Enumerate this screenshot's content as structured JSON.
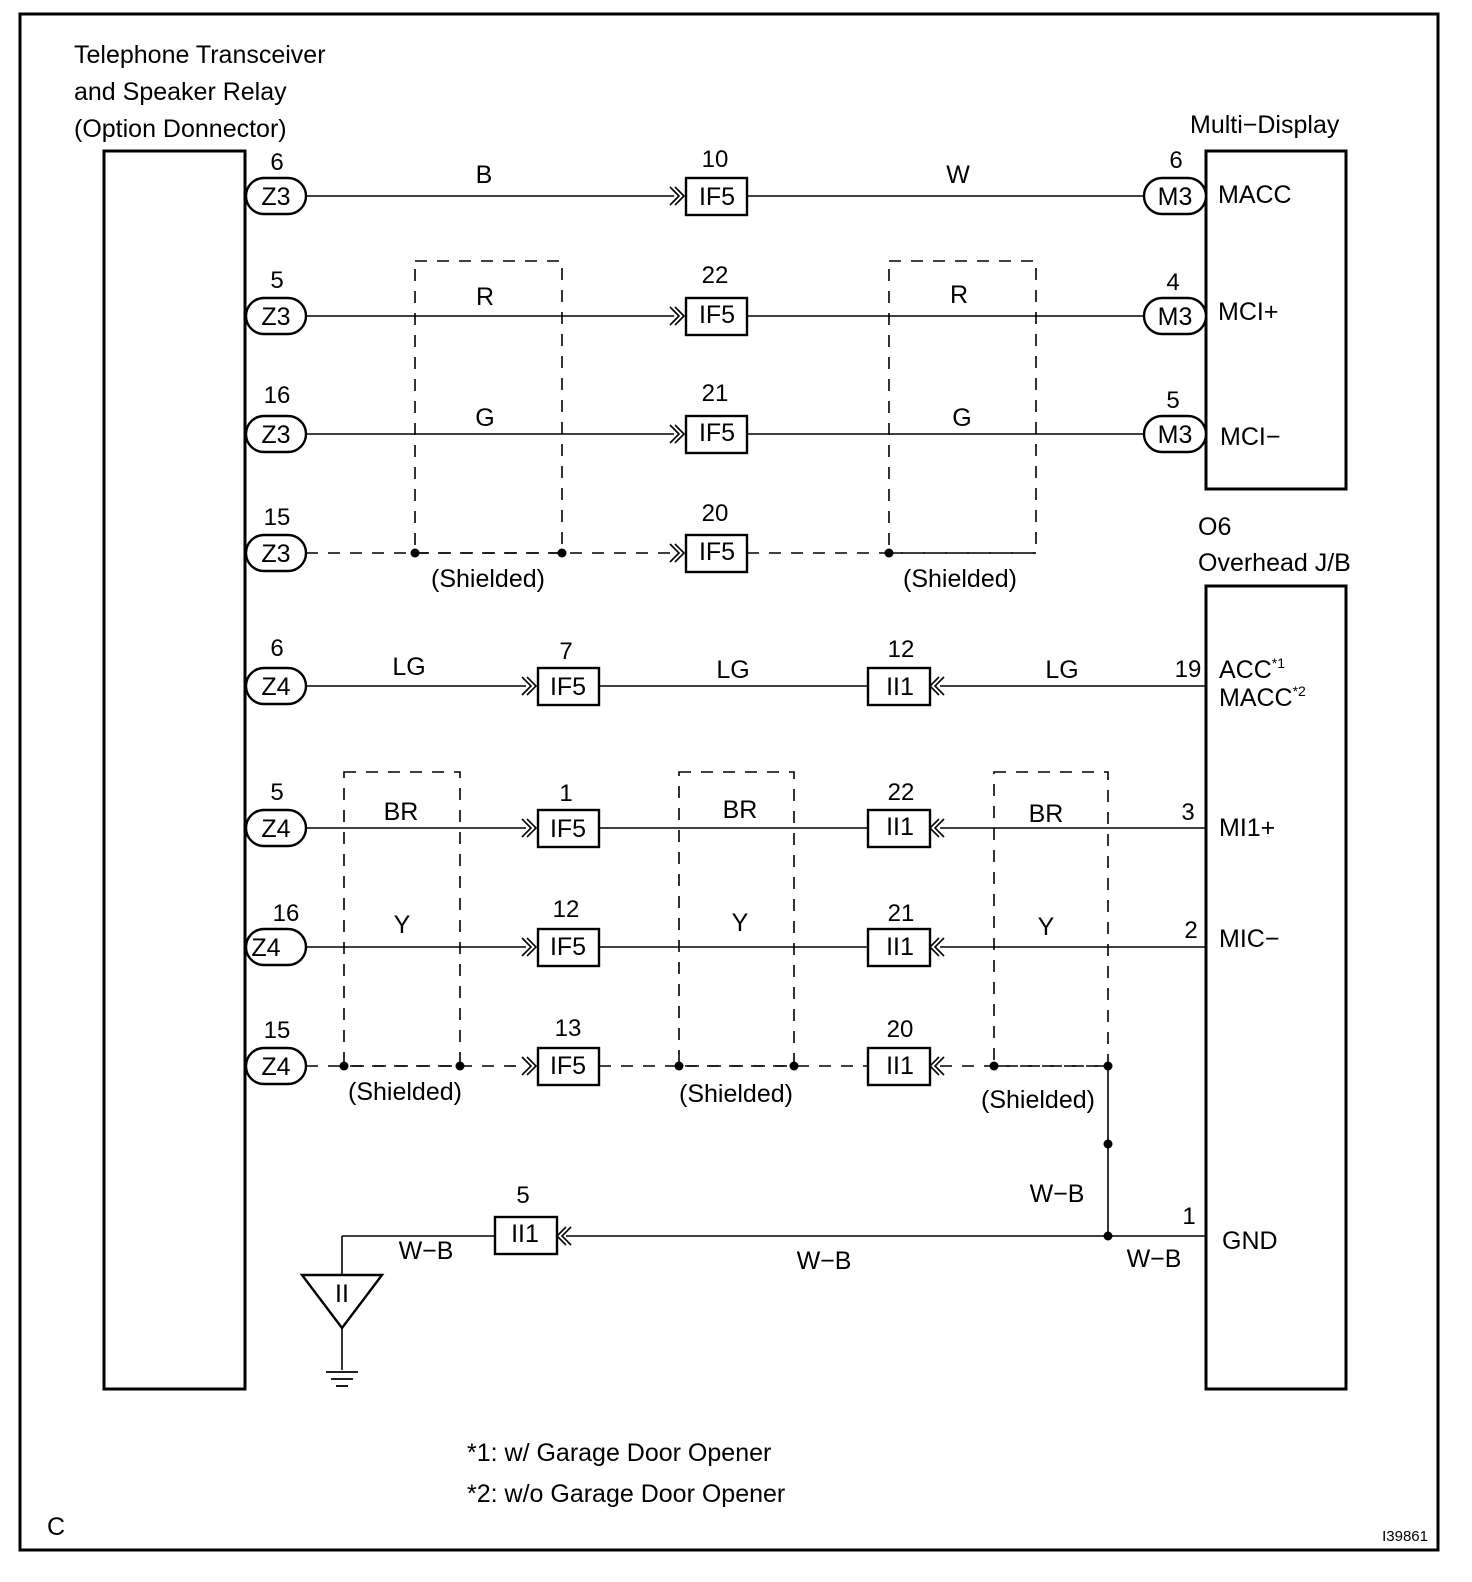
{
  "left_component": {
    "title_lines": [
      "Telephone Transceiver",
      "and Speaker Relay",
      "(Option Donnector)"
    ]
  },
  "multi_display": {
    "title": "Multi−Display",
    "terminals": [
      "MACC",
      "MCI+",
      "MCI−"
    ]
  },
  "overhead_jb": {
    "code": "O6",
    "title": "Overhead J/B",
    "terminals": {
      "acc": "ACC",
      "acc_note": "*1",
      "macc": "MACC",
      "macc_note": "*2",
      "mi1p": "MI1+",
      "micm": "MIC−",
      "gnd": "GND"
    }
  },
  "wires": [
    {
      "src_pin": "6",
      "src_conn": "Z3",
      "color1": "B",
      "mid_pin": "10",
      "mid_conn": "IF5",
      "color2": "W",
      "dst_pin": "6",
      "dst_conn": "M3"
    },
    {
      "src_pin": "5",
      "src_conn": "Z3",
      "color1": "R",
      "mid_pin": "22",
      "mid_conn": "IF5",
      "color2": "R",
      "dst_pin": "4",
      "dst_conn": "M3"
    },
    {
      "src_pin": "16",
      "src_conn": "Z3",
      "color1": "G",
      "mid_pin": "21",
      "mid_conn": "IF5",
      "color2": "G",
      "dst_pin": "5",
      "dst_conn": "M3"
    },
    {
      "src_pin": "15",
      "src_conn": "Z3",
      "mid_pin": "20",
      "mid_conn": "IF5"
    },
    {
      "src_pin": "6",
      "src_conn": "Z4",
      "color1": "LG",
      "mid_pin": "7",
      "mid_conn": "IF5",
      "color2": "LG",
      "mid2_pin": "12",
      "mid2_conn": "II1",
      "color3": "LG",
      "dst_pin": "19"
    },
    {
      "src_pin": "5",
      "src_conn": "Z4",
      "color1": "BR",
      "mid_pin": "1",
      "mid_conn": "IF5",
      "color2": "BR",
      "mid2_pin": "22",
      "mid2_conn": "II1",
      "color3": "BR",
      "dst_pin": "3"
    },
    {
      "src_pin": "16",
      "src_conn": "Z4",
      "color1": "Y",
      "mid_pin": "12",
      "mid_conn": "IF5",
      "color2": "Y",
      "mid2_pin": "21",
      "mid2_conn": "II1",
      "color3": "Y",
      "dst_pin": "2"
    },
    {
      "src_pin": "15",
      "src_conn": "Z4",
      "mid_pin": "13",
      "mid_conn": "IF5",
      "mid2_pin": "20",
      "mid2_conn": "II1"
    }
  ],
  "shield_label": "(Shielded)",
  "ground": {
    "pin": "5",
    "conn": "II1",
    "color_left": "W−B",
    "color_mid": "W−B",
    "color_right": "W−B",
    "color_vertical": "W−B",
    "gnd_pin": "1",
    "ground_point": "II"
  },
  "notes": [
    "*1: w/ Garage Door Opener",
    "*2: w/o Garage Door Opener"
  ],
  "corner_letter": "C",
  "figure_id": "I39861"
}
